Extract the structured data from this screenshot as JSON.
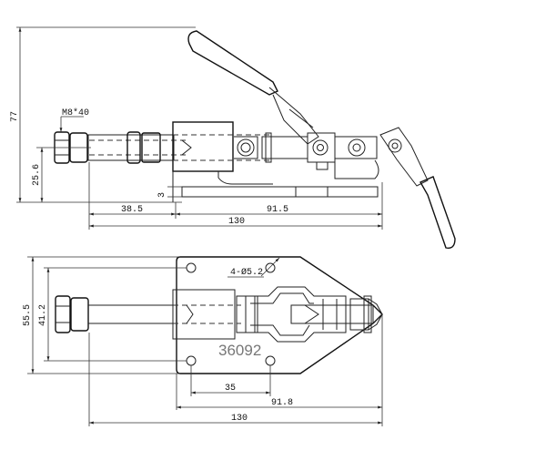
{
  "drawing": {
    "part_number": "36092",
    "side_view": {
      "height_label": "77",
      "thread_label": "M8*40",
      "rod_height_label": "25.6",
      "plate_thickness_label": "3",
      "rod_length_label": "38.5",
      "body_length_label": "91.5",
      "total_length_label": "130"
    },
    "top_view": {
      "plate_width_label": "55.5",
      "hole_spacing_width_label": "41.2",
      "hole_label": "4-Ø5.2",
      "hole_spacing_length_label": "35",
      "plate_length_label": "91.8",
      "total_length_label": "130"
    }
  }
}
